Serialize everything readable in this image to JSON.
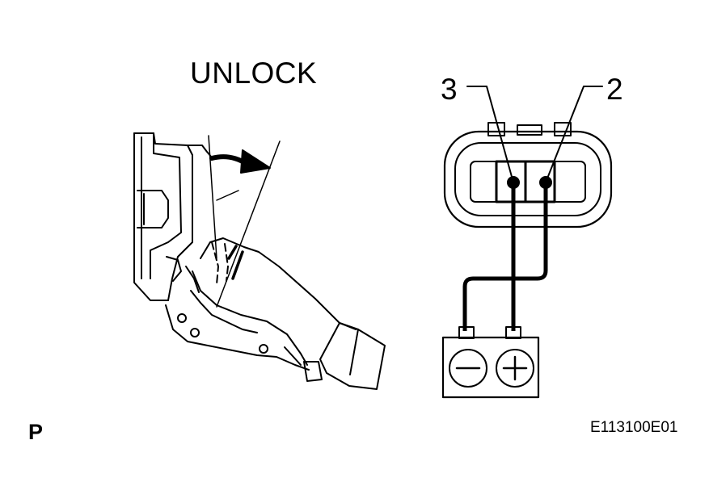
{
  "diagram": {
    "title": "UNLOCK",
    "connector": {
      "pin_left_label": "3",
      "pin_right_label": "2"
    },
    "battery": {
      "negative_symbol": "minus",
      "positive_symbol": "plus"
    },
    "corner_label": "P",
    "figure_id": "E113100E01",
    "line_color": "#000000",
    "background_color": "#ffffff",
    "icons": [
      "door-lock-actuator-icon",
      "rotation-arrow-icon",
      "connector-icon",
      "battery-icon"
    ]
  }
}
